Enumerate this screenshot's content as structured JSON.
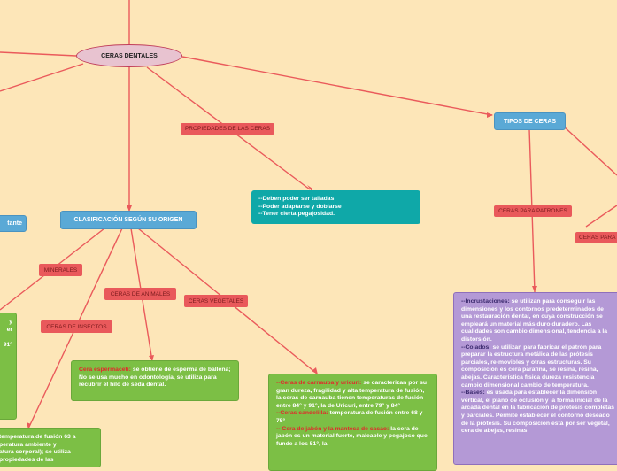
{
  "root": {
    "label": "CERAS DENTALES"
  },
  "propiedades": {
    "label": "PROPIEDADES DE LAS CERAS",
    "items": [
      "--Deben poder ser talladas",
      "--Poder adaptarse y doblarse",
      "--Tener cierta pegajosidad."
    ]
  },
  "tipos": {
    "label": "TIPOS DE CERAS",
    "patrones_label": "CERAS PARA PATRONES",
    "para_label": "CERAS PARA",
    "patrones": {
      "incrustaciones_term": "--Incrustaciones:",
      "incrustaciones_text": " se utilizan para conseguir las dimensiones y los contornos predeterminados de una restauración dental, en cuya construcción se empleará un material más duro duradero. Las cualidades son cambio dimensional, tendencia a la distorsión.",
      "colados_term": "--Colados:",
      "colados_text": " se utilizan para fabricar el patrón para preparar la estructura metálica de las prótesis parciales, re-movibles y otras estructuras. Su composición es cera parafina, se resina, resina, abejas. Característica física dureza resistencia cambio dimensional cambio de temperatura.",
      "bases_term": "--Bases:",
      "bases_text": " es usada para establecer la dimensión vertical, el plano de oclusión y la forma inicial de la arcada dental en la fabricación de prótesis completas y parciales. Permite establecer el contorno deseado de la prótesis. Su composición está por ser vegetal, cera de abejas, resinas"
    }
  },
  "clasificacion": {
    "label": "CLASIFICACIÓN SEGÚN SU ORIGEN",
    "minerales_label": "MINERALES",
    "insectos_label": "CERAS DE INSECTOS",
    "animales_label": "CERAS DE ANIMALES",
    "vegetales_label": "CERAS VEGETALES",
    "animales": {
      "term": "Cera espermaceti:",
      "text": " se obtiene de esperma de ballena; No se usa mucho en odontología, se utiliza para recubrir el hilo de seda dental."
    },
    "vegetales": {
      "carnauba_term": "--Ceras de carnauba y uricuri:",
      "carnauba_text": " se caracterizan por su gran dureza, fragilidad y alta temperatura de fusión, la ceras de carnauba tienen temperaturas de fusión entre 84° y 91°, la de Uricuri, entre 79° y 84°",
      "candelilla_term": "--Ceras candelilla:",
      "candelilla_text": " temperatura de fusión entre 68 y 75°",
      "jabon_term": "-- Cera de jabón y la manteca de cacao:",
      "jabon_text": " la cera de jabón es un material fuerte, maleable y pegajoso que funde a los 51°, la"
    },
    "insectos_lines": [
      "temperatura de fusión 63 a",
      "peratura ambiente y",
      "atura corporal); se utiliza",
      "propiedades de las"
    ],
    "minerales_lines": [
      "y",
      "er",
      "",
      "91°"
    ]
  },
  "left_node": {
    "label": "tante"
  }
}
